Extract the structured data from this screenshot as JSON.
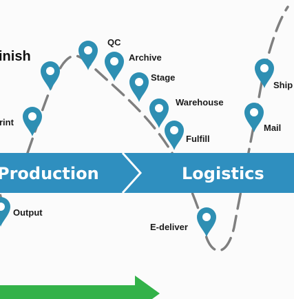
{
  "colors": {
    "pin": "#2e8fb3",
    "band": "#2f8fbf",
    "band_divider": "#ffffff",
    "path": "#7f7f7f",
    "arrow": "#33b249"
  },
  "stages": {
    "production": "Production",
    "logistics": "Logistics",
    "finish": "inish"
  },
  "pins": {
    "qc": "QC",
    "archive": "Archive",
    "stage": "Stage",
    "warehouse": "Warehouse",
    "fulfill": "Fulfill",
    "ship": "Ship",
    "mail": "Mail",
    "print": "rint",
    "output": "Output",
    "edeliver": "E-deliver"
  },
  "icons": {
    "pin": "map-pin-icon",
    "arrow": "arrow-right-icon"
  }
}
